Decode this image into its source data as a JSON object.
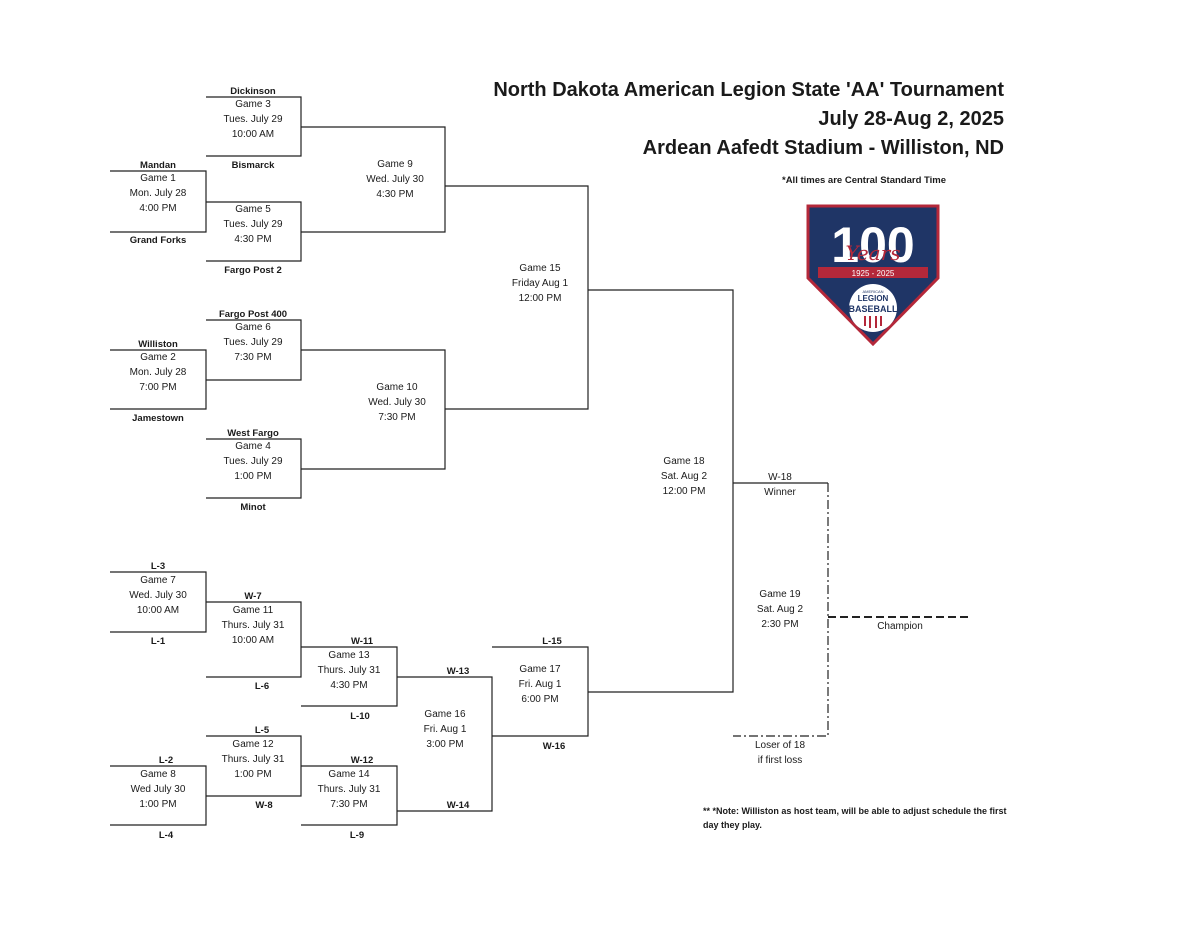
{
  "header": {
    "title": "North Dakota American Legion State 'AA' Tournament",
    "dates": "July 28-Aug 2, 2025",
    "venue": "Ardean Aafedt Stadium - Williston, ND",
    "timezone_note": "*All times are Central Standard Time"
  },
  "logo": {
    "big_text": "100",
    "script_text": "Years",
    "years": "1925 - 2025",
    "small_text": "AMERICAN",
    "org": "LEGION",
    "sport": "BASEBALL",
    "colors": {
      "navy": "#1f3566",
      "red": "#b4283a",
      "white": "#ffffff"
    }
  },
  "teams": {
    "dickinson": "Dickinson",
    "bismarck": "Bismarck",
    "mandan": "Mandan",
    "grand_forks": "Grand Forks",
    "fargo_post_2": "Fargo Post 2",
    "fargo_post_400": "Fargo Post 400",
    "williston": "Williston",
    "jamestown": "Jamestown",
    "west_fargo": "West Fargo",
    "minot": "Minot"
  },
  "games": {
    "g1": {
      "name": "Game 1",
      "day": "Mon. July 28",
      "time": "4:00 PM"
    },
    "g2": {
      "name": "Game 2",
      "day": "Mon. July 28",
      "time": "7:00 PM"
    },
    "g3": {
      "name": "Game 3",
      "day": "Tues. July 29",
      "time": "10:00 AM"
    },
    "g4": {
      "name": "Game 4",
      "day": "Tues. July 29",
      "time": "1:00 PM"
    },
    "g5": {
      "name": "Game 5",
      "day": "Tues. July 29",
      "time": "4:30 PM"
    },
    "g6": {
      "name": "Game 6",
      "day": "Tues. July 29",
      "time": "7:30 PM"
    },
    "g7": {
      "name": "Game 7",
      "day": "Wed. July 30",
      "time": "10:00 AM"
    },
    "g8": {
      "name": "Game 8",
      "day": "Wed July 30",
      "time": "1:00 PM"
    },
    "g9": {
      "name": "Game 9",
      "day": "Wed. July 30",
      "time": "4:30 PM"
    },
    "g10": {
      "name": "Game 10",
      "day": "Wed. July 30",
      "time": "7:30 PM"
    },
    "g11": {
      "name": "Game 11",
      "day": "Thurs. July 31",
      "time": "10:00 AM"
    },
    "g12": {
      "name": "Game 12",
      "day": "Thurs. July 31",
      "time": "1:00 PM"
    },
    "g13": {
      "name": "Game 13",
      "day": "Thurs. July 31",
      "time": "4:30 PM"
    },
    "g14": {
      "name": "Game 14",
      "day": "Thurs. July 31",
      "time": "7:30 PM"
    },
    "g15": {
      "name": "Game 15",
      "day": "Friday Aug 1",
      "time": "12:00 PM"
    },
    "g16": {
      "name": "Game 16",
      "day": "Fri. Aug 1",
      "time": "3:00 PM"
    },
    "g17": {
      "name": "Game 17",
      "day": "Fri. Aug 1",
      "time": "6:00 PM"
    },
    "g18": {
      "name": "Game 18",
      "day": "Sat. Aug 2",
      "time": "12:00 PM"
    },
    "g19": {
      "name": "Game 19",
      "day": "Sat. Aug 2",
      "time": "2:30 PM"
    }
  },
  "slots": {
    "l3": "L-3",
    "l1": "L-1",
    "w7": "W-7",
    "l6": "L-6",
    "w11": "W-11",
    "l10": "L-10",
    "w13": "W-13",
    "l5": "L-5",
    "l2": "L-2",
    "w8": "W-8",
    "l4": "L-4",
    "w12": "W-12",
    "l9": "L-9",
    "w14": "W-14",
    "l15": "L-15",
    "w16": "W-16",
    "w18": "W-18",
    "winner": "Winner",
    "champion": "Champion",
    "loser18_line1": "Loser of 18",
    "loser18_line2": "if first loss"
  },
  "note": "** *Note: Williston as host team, will be able to adjust schedule the first day they play."
}
